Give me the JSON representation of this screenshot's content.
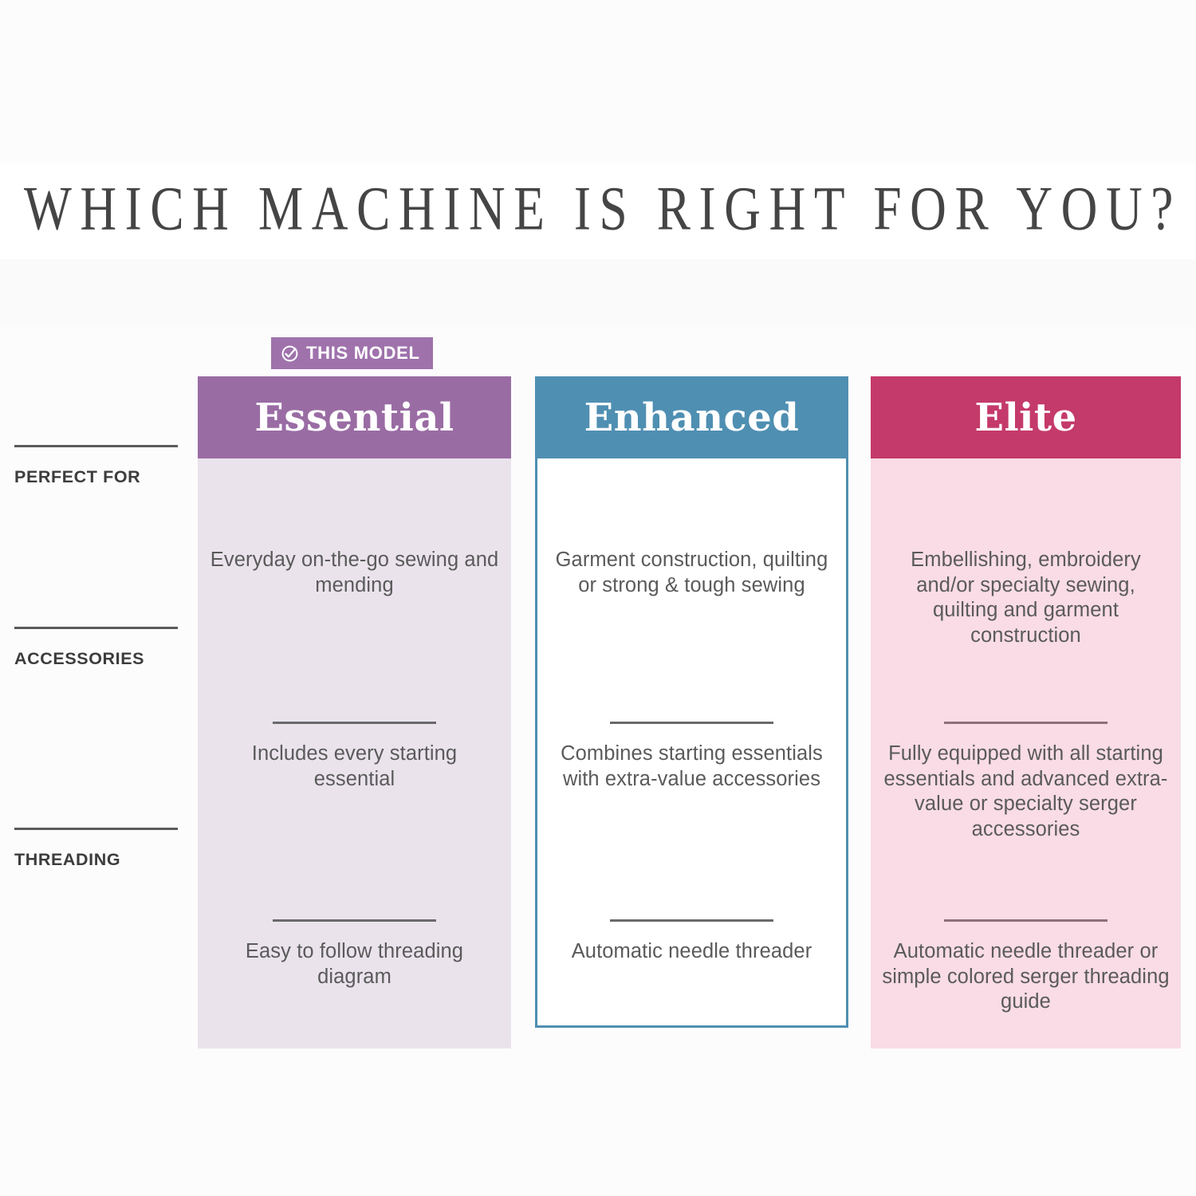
{
  "page": {
    "title": "WHICH MACHINE IS RIGHT FOR YOU?",
    "background": "#fcfcfc"
  },
  "badge": {
    "label": "THIS MODEL",
    "icon": "check-circle-icon",
    "color": "#9f72ac",
    "applies_to": "Essential"
  },
  "row_labels": [
    {
      "label": "PERFECT FOR"
    },
    {
      "label": "ACCESSORIES"
    },
    {
      "label": "THREADING"
    }
  ],
  "columns": [
    {
      "name": "Essential",
      "header_color": "#9a6ca4",
      "body_color": "#eae3ec",
      "highlighted": true,
      "cells": {
        "perfect_for": "Everyday on-the-go sewing and mending",
        "accessories": "Includes every starting essential",
        "threading": "Easy to follow threading diagram"
      }
    },
    {
      "name": "Enhanced",
      "header_color": "#4f8fb2",
      "body_color": "#ffffff",
      "border_color": "#4f8fb2",
      "highlighted": false,
      "cells": {
        "perfect_for": "Garment construction, quilting or strong & tough sewing",
        "accessories": "Combines starting essentials with extra-value accessories",
        "threading": "Automatic needle threader"
      }
    },
    {
      "name": "Elite",
      "header_color": "#c43a6a",
      "body_color": "#f9dce5",
      "highlighted": false,
      "cells": {
        "perfect_for": "Embellishing, embroidery and/or specialty sewing, quilting and garment construction",
        "accessories": "Fully equipped with all starting essentials and advanced extra-value or specialty serger accessories",
        "threading": "Automatic needle threader or simple colored serger threading guide"
      }
    }
  ]
}
